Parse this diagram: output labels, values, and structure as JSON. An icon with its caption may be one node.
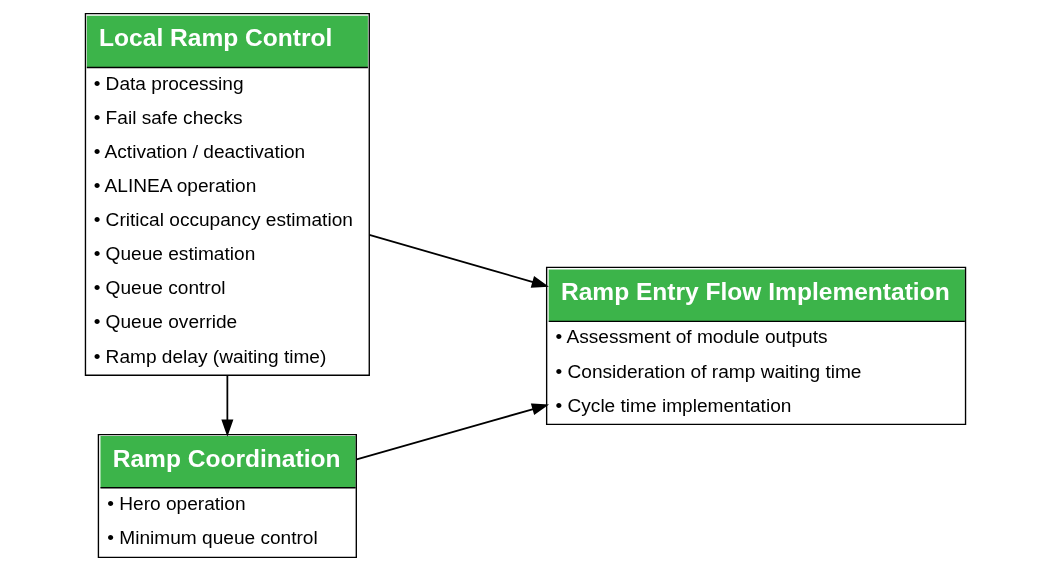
{
  "diagram": {
    "nodes": [
      {
        "text": [
          "Local Ramp Control",
          "• Data processing",
          "• Fail safe checks",
          "• Activation / deactivation",
          "• ALINEA operation",
          "• Critical occupancy estimation",
          "• Queue estimation",
          "• Queue control",
          "• Queue override",
          "• Ramp delay (waiting time)"
        ]
      },
      {
        "text": [
          "Ramp Coordination",
          "• Hero operation",
          "• Minimum queue control"
        ]
      },
      {
        "text": [
          "Ramp Entry Flow Implementation",
          "• Assessment of module outputs",
          "• Consideration of ramp waiting time",
          "• Cycle time implementation"
        ]
      }
    ],
    "edges": [
      {
        "from": 0,
        "to": 1,
        "arrow": "to"
      },
      {
        "from": 0,
        "to": 2,
        "arrow": "to"
      },
      {
        "from": 1,
        "to": 2,
        "arrow": "to"
      }
    ]
  }
}
